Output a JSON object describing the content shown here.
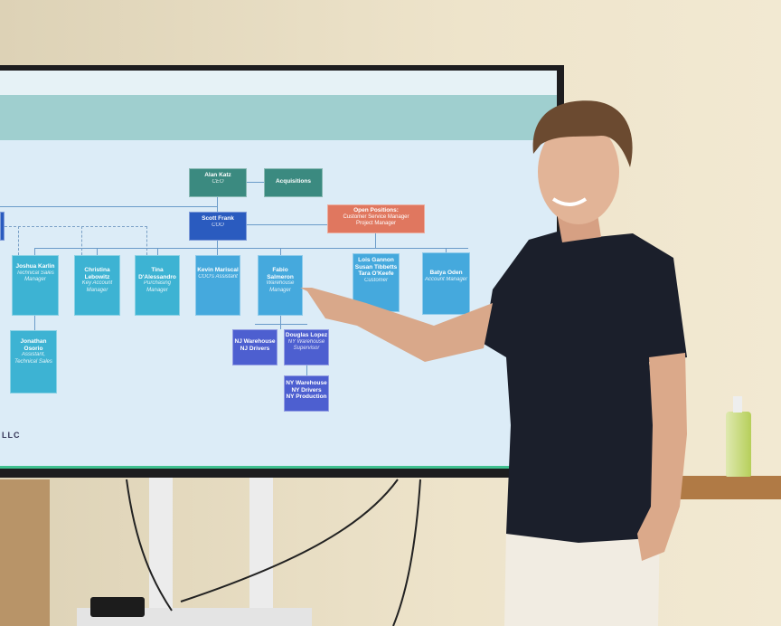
{
  "org_chart": {
    "ceo": {
      "name": "Alan Katz",
      "title": "CEO"
    },
    "acquisitions": {
      "name": "Acquisitions"
    },
    "coo": {
      "name": "Scott Frank",
      "title": "COO"
    },
    "open_positions": {
      "name": "Open Positions:",
      "roles": [
        "Customer Service Manager",
        "Project Manager"
      ]
    },
    "staff": [
      {
        "name": "Joshua Karlin",
        "title": "Technical Sales Manager"
      },
      {
        "name": "Christina Lebowitz",
        "title": "Key Account Manager"
      },
      {
        "name": "Tina D'Alessandro",
        "title": "Purchasing Manager"
      },
      {
        "name": "Kevin Mariscal",
        "title": "COO's Assistant"
      },
      {
        "name": "Fabio Salmeron",
        "title": "Warehouse Manager"
      },
      {
        "names": [
          "Lois Gannon",
          "Susan Tibbetts",
          "Tara O'Keefe"
        ],
        "title": "Customer"
      },
      {
        "name": "Batya Oden",
        "title": "Account Manager"
      }
    ],
    "jonathan": {
      "name": "Jonathan Osorio",
      "title": "Assistant, Technical Sales"
    },
    "nj_warehouse": {
      "lines": [
        "NJ Warehouse",
        "NJ Drivers"
      ]
    },
    "douglas": {
      "name": "Douglas Lopez",
      "title": "NY Warehouse Supervisor"
    },
    "ny_warehouse": {
      "lines": [
        "NY Warehouse",
        "NY Drivers",
        "NY Production"
      ]
    },
    "footer": "LLC"
  },
  "colors": {
    "wall": "#e9dfc6",
    "screen": "#dcecf7",
    "ceo_box": "#3b8a80",
    "coo_box": "#2a5bbf",
    "open_box": "#e0775f",
    "shirt": "#1b1f2b",
    "pants": "#f1ece2",
    "hair": "#6b4a30"
  }
}
